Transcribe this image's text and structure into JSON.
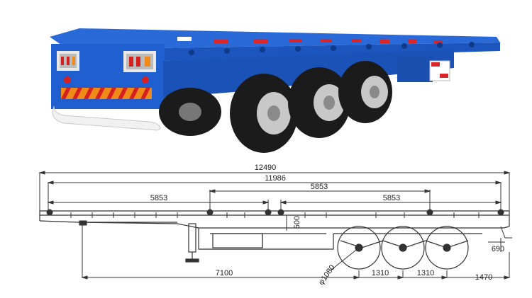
{
  "drawing": {
    "overall_length": "12490",
    "deck_length": "11986",
    "twistlock_spacing_left": "5853",
    "twistlock_spacing_middle": "5853",
    "twistlock_spacing_right": "5853",
    "deck_height_detail": "500",
    "kingpin_to_axle": "7100",
    "wheel_diameter": "φ1080",
    "axle_spacing_1": "1310",
    "axle_spacing_2": "1310",
    "rear_overhang": "1470",
    "bumper_height": "690"
  },
  "colors": {
    "trailer_blue": "#1f5fd0",
    "tire": "#1b1b1b",
    "rim": "#c8c8c8",
    "reflector_orange": "#f08a1a",
    "line": "#333333"
  }
}
